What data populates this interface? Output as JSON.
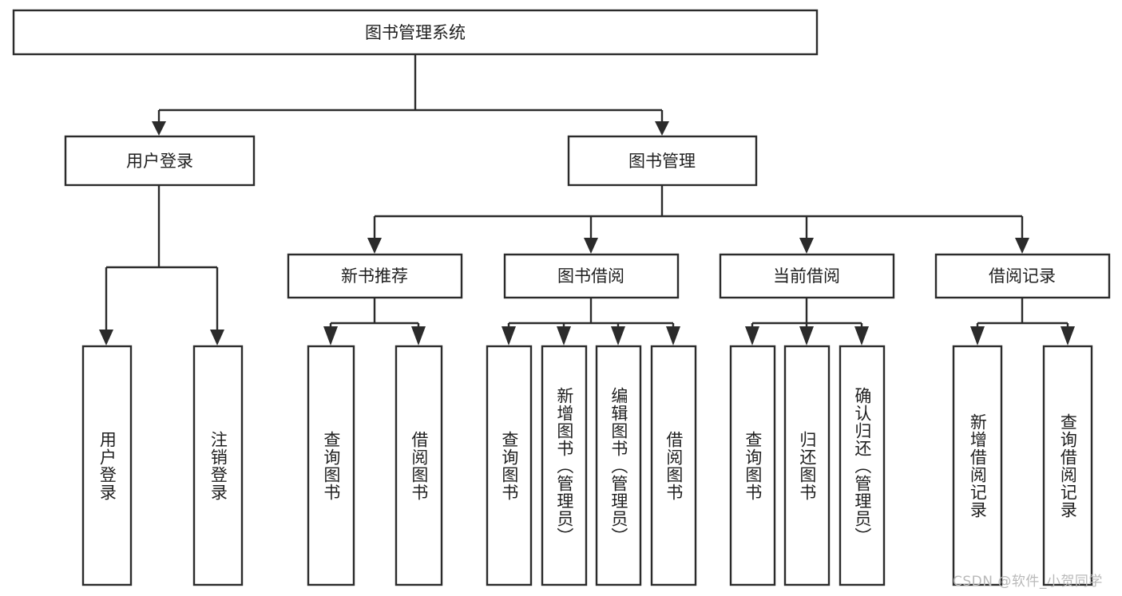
{
  "diagram": {
    "type": "tree-hierarchy-chart",
    "title": "图书管理系统",
    "colors": {
      "background": "#ffffff",
      "stroke": "#2b2b2b",
      "box_fill": "#ffffff",
      "text": "#1f1f1f",
      "watermark": "#b9b9b9"
    },
    "root": {
      "label": "图书管理系统"
    },
    "level2": [
      {
        "label": "用户登录"
      },
      {
        "label": "图书管理"
      }
    ],
    "level3": [
      {
        "label": "新书推荐"
      },
      {
        "label": "图书借阅"
      },
      {
        "label": "当前借阅"
      },
      {
        "label": "借阅记录"
      }
    ],
    "leaves": {
      "user_login": [
        {
          "label": "用户登录"
        },
        {
          "label": "注销登录"
        }
      ],
      "new_book_recommend": [
        {
          "label": "查询图书"
        },
        {
          "label": "借阅图书"
        }
      ],
      "book_borrow": [
        {
          "label": "查询图书"
        },
        {
          "label": "新增图书（管理员）"
        },
        {
          "label": "编辑图书（管理员）"
        },
        {
          "label": "借阅图书"
        }
      ],
      "current_borrow": [
        {
          "label": "查询图书"
        },
        {
          "label": "归还图书"
        },
        {
          "label": "确认归还（管理员）"
        }
      ],
      "borrow_record": [
        {
          "label": "新增借阅记录"
        },
        {
          "label": "查询借阅记录"
        }
      ]
    },
    "watermark": "CSDN @软件_小贺同学"
  }
}
